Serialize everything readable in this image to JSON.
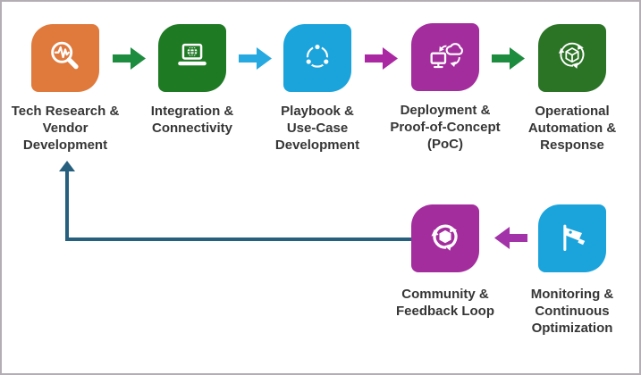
{
  "diagram": {
    "description": "Process flow diagram with seven stages and a feedback loop"
  },
  "colors": {
    "frame_border": "#b3aeb3",
    "background": "#ffffff",
    "label_text": "#363636",
    "icon_stroke": "#ffffff"
  },
  "nodes": [
    {
      "id": "tech-research",
      "label": "Tech Research &\nVendor\nDevelopment",
      "color": "#E07A3C",
      "icon": "research-magnifier-icon"
    },
    {
      "id": "integration",
      "label": "Integration &\nConnectivity",
      "color": "#1F7A24",
      "icon": "laptop-globe-icon"
    },
    {
      "id": "playbook",
      "label": "Playbook &\nUse-Case\nDevelopment",
      "color": "#1BA4DC",
      "icon": "share-network-icon"
    },
    {
      "id": "deployment",
      "label": "Deployment &\nProof-of-Concept\n(PoC)",
      "color": "#A42D9E",
      "icon": "cloud-sync-icon"
    },
    {
      "id": "operational",
      "label": "Operational\nAutomation &\nResponse",
      "color": "#2B7426",
      "icon": "automation-package-icon"
    },
    {
      "id": "community",
      "label": "Community &\nFeedback Loop",
      "color": "#A42D9E",
      "icon": "community-loop-icon"
    },
    {
      "id": "monitoring",
      "label": "Monitoring &\nContinuous\nOptimization",
      "color": "#1BA4DC",
      "icon": "cctv-camera-icon"
    }
  ],
  "arrows": [
    {
      "from": "tech-research",
      "to": "integration",
      "direction": "right",
      "color": "#1D8C3E"
    },
    {
      "from": "integration",
      "to": "playbook",
      "direction": "right",
      "color": "#25A9E0"
    },
    {
      "from": "playbook",
      "to": "deployment",
      "direction": "right",
      "color": "#AA28A2"
    },
    {
      "from": "deployment",
      "to": "operational",
      "direction": "right",
      "color": "#1D8C3E"
    },
    {
      "from": "monitoring",
      "to": "community",
      "direction": "left",
      "color": "#A233A8"
    }
  ],
  "feedback_loop": {
    "from": "community",
    "to": "tech-research",
    "color": "#27607F"
  }
}
